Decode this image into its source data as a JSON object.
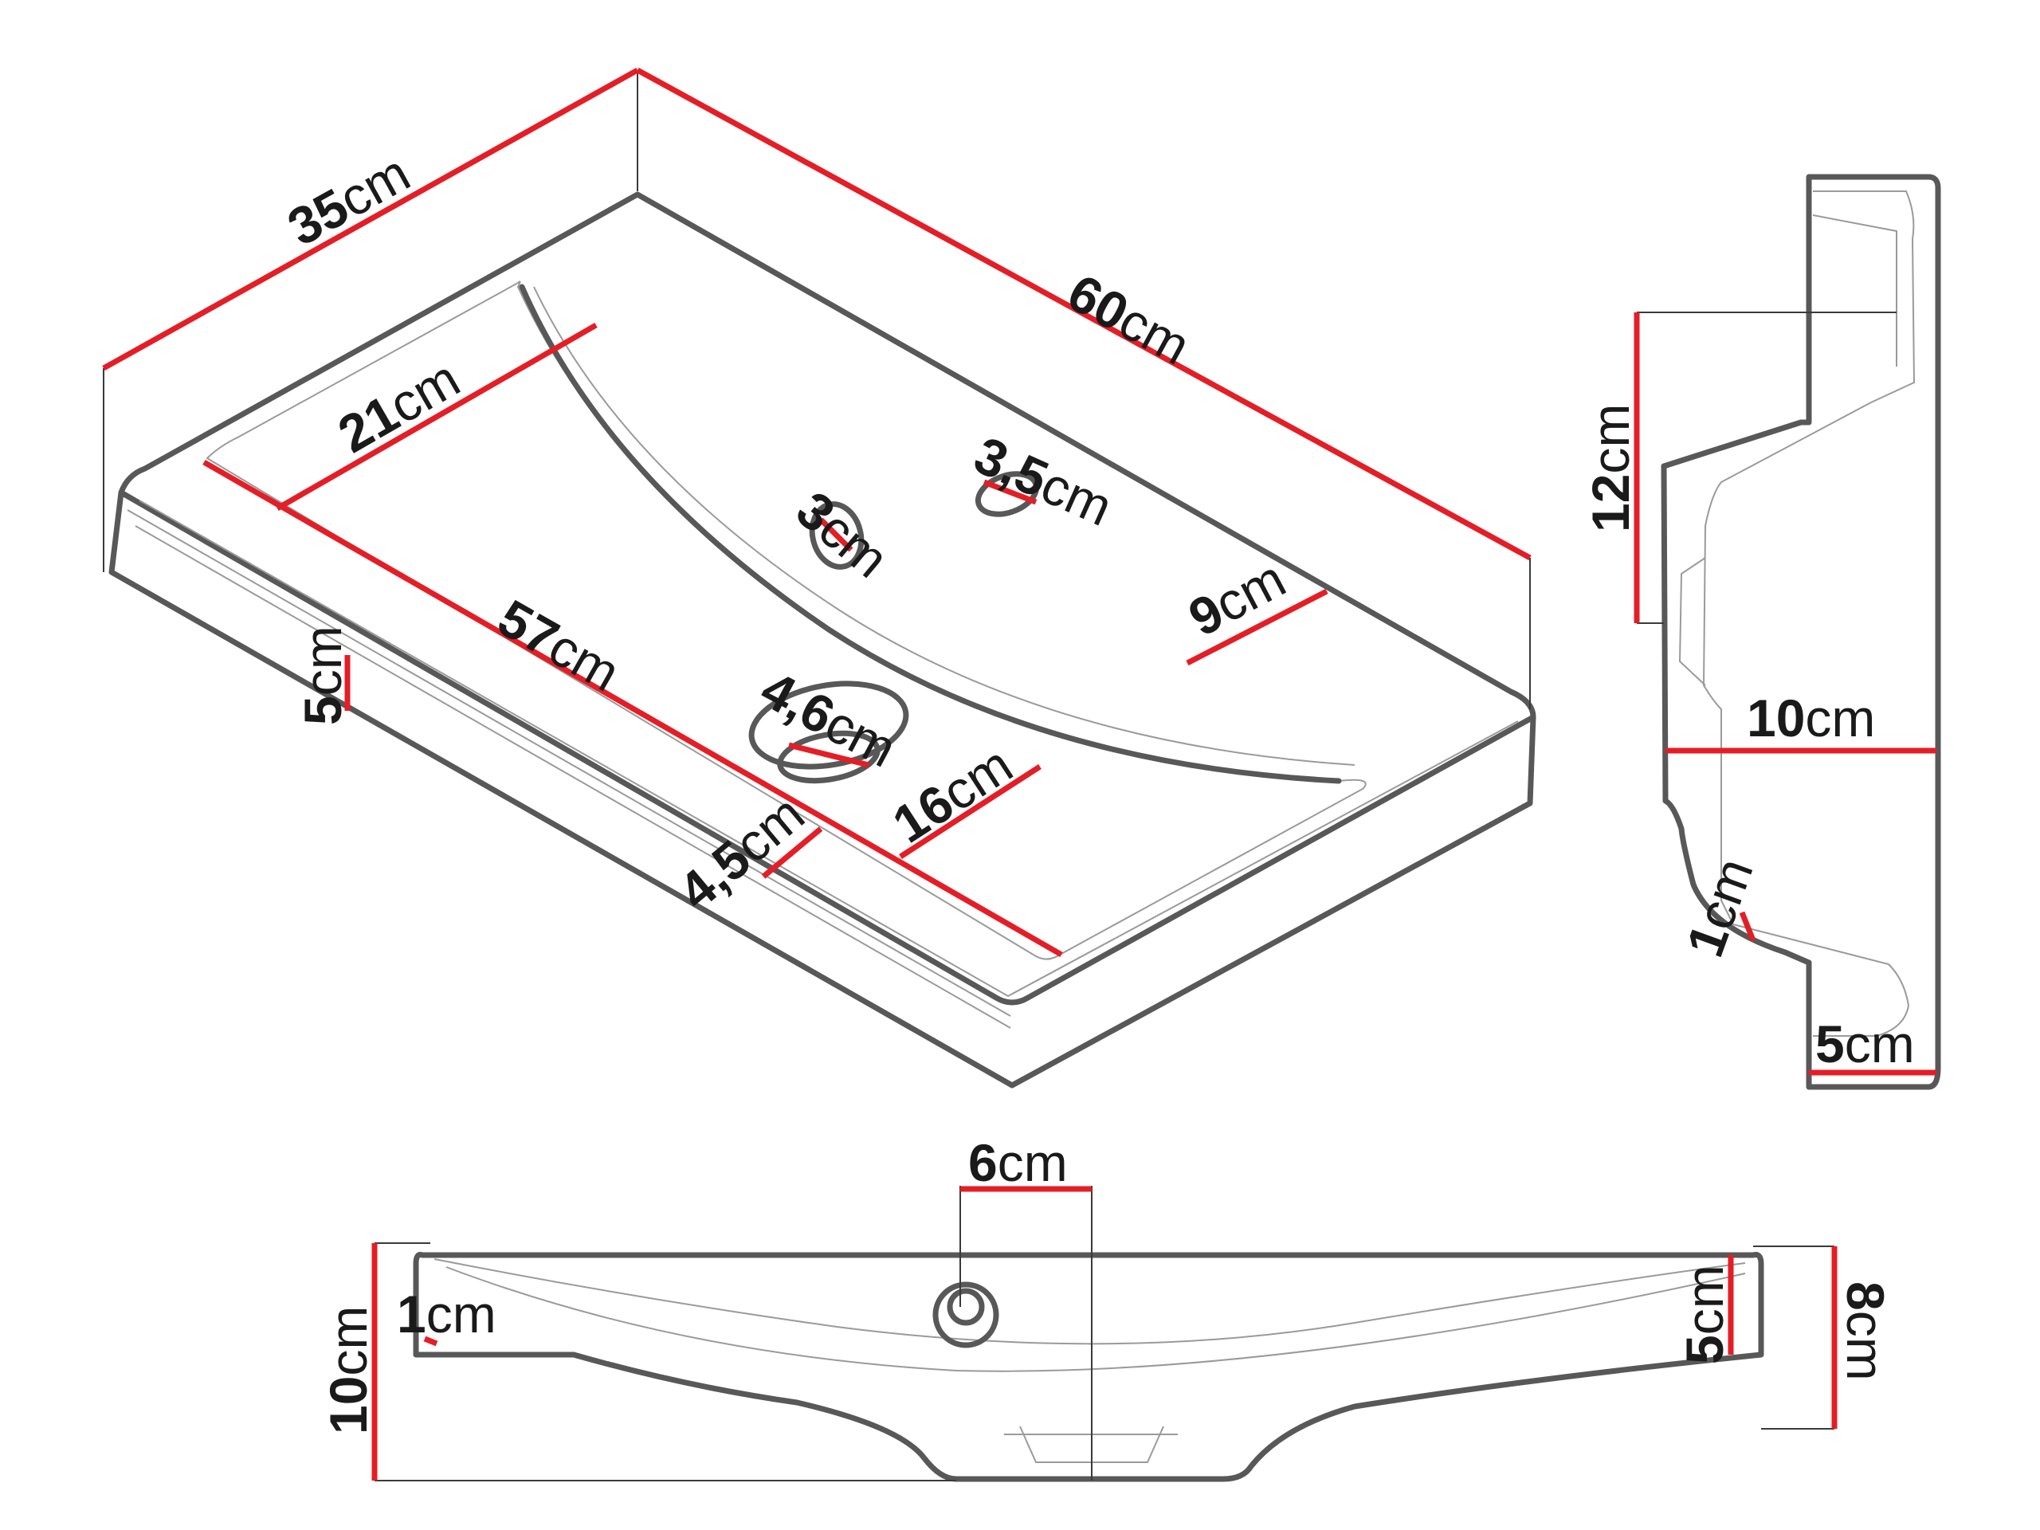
{
  "unit": "cm",
  "top_view": {
    "dimensions": {
      "depth": "35",
      "width": "60",
      "bowl_depth": "21",
      "bowl_length": "57",
      "overflow_hole": "3",
      "tap_hole": "3,5",
      "rear_ledge": "9",
      "drain_hole": "4,6",
      "drain_offset": "16",
      "front_ledge": "4,5",
      "rim_height": "5"
    }
  },
  "side_view": {
    "dimensions": {
      "back_height": "12",
      "depth": "10",
      "wall": "1",
      "foot": "5"
    }
  },
  "front_view": {
    "dimensions": {
      "tap_hole_width": "6",
      "total_height": "10",
      "rim": "1",
      "edge_height": "5",
      "side_height": "8"
    }
  },
  "colors": {
    "dimension_line": "#e41e26",
    "outline": "#585858",
    "text": "#1a1a1a"
  }
}
